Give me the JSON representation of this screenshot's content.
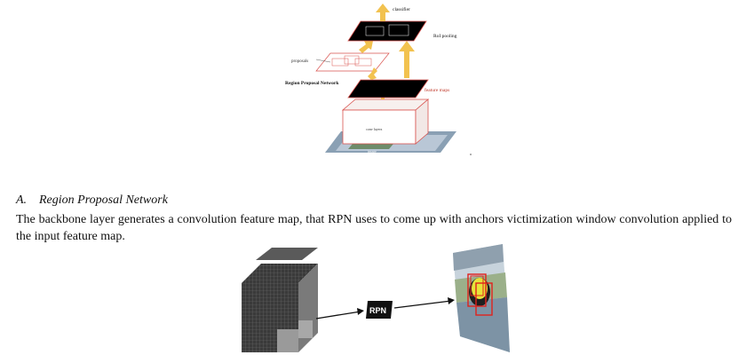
{
  "figure1": {
    "labels": {
      "classifier": "classifier",
      "roi_pooling": "RoI pooling",
      "proposals": "proposals",
      "rpn": "Region Proposal Network",
      "feature_maps": "feature maps",
      "conv_layers": "conv layers",
      "image": "image"
    },
    "colors": {
      "arrow": "#f2c24f",
      "frame": "#d9534f",
      "map": "#000000"
    }
  },
  "section": {
    "number": "A.",
    "title": "Region Proposal Network"
  },
  "paragraph": "The backbone layer generates a convolution feature map, that RPN uses to come up with anchors victimization window convolution applied to the input feature map.",
  "figure2": {
    "rpn_label": "RPN"
  }
}
